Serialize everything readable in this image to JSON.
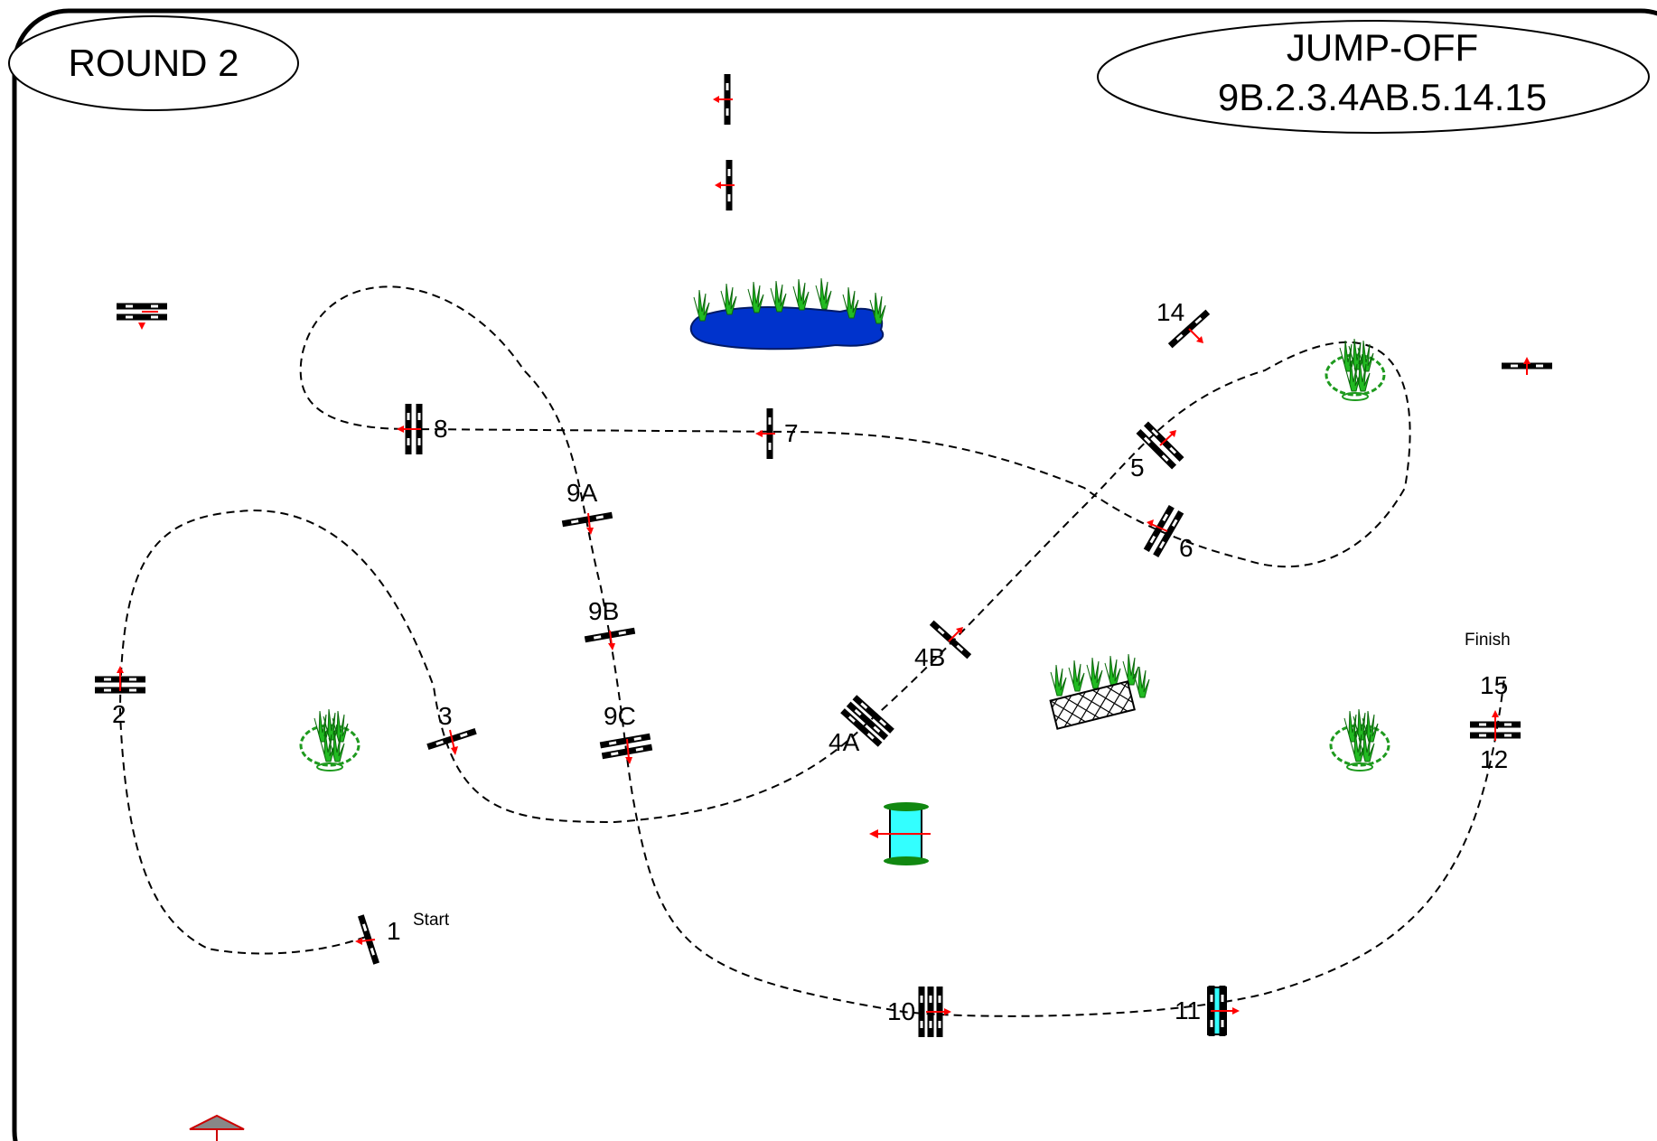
{
  "round_label": "ROUND 2",
  "jumpoff": {
    "title": "JUMP-OFF",
    "sequence": "9B.2.3.4AB.5.14.15"
  },
  "start_label": "Start",
  "finish_label": "Finish",
  "fence_labels": {
    "f1": "1",
    "f2": "2",
    "f3": "3",
    "f4a": "4A",
    "f4b": "4B",
    "f5": "5",
    "f6": "6",
    "f7": "7",
    "f8": "8",
    "f9a": "9A",
    "f9b": "9B",
    "f9c": "9C",
    "f10": "10",
    "f11": "11",
    "f12": "12",
    "f14": "14",
    "f15": "15"
  },
  "colors": {
    "arrow": "#ff0000",
    "water": "#0033cc",
    "liverpool": "#33ffff",
    "shrub": "#33cc33",
    "hut_roof": "#888888"
  }
}
